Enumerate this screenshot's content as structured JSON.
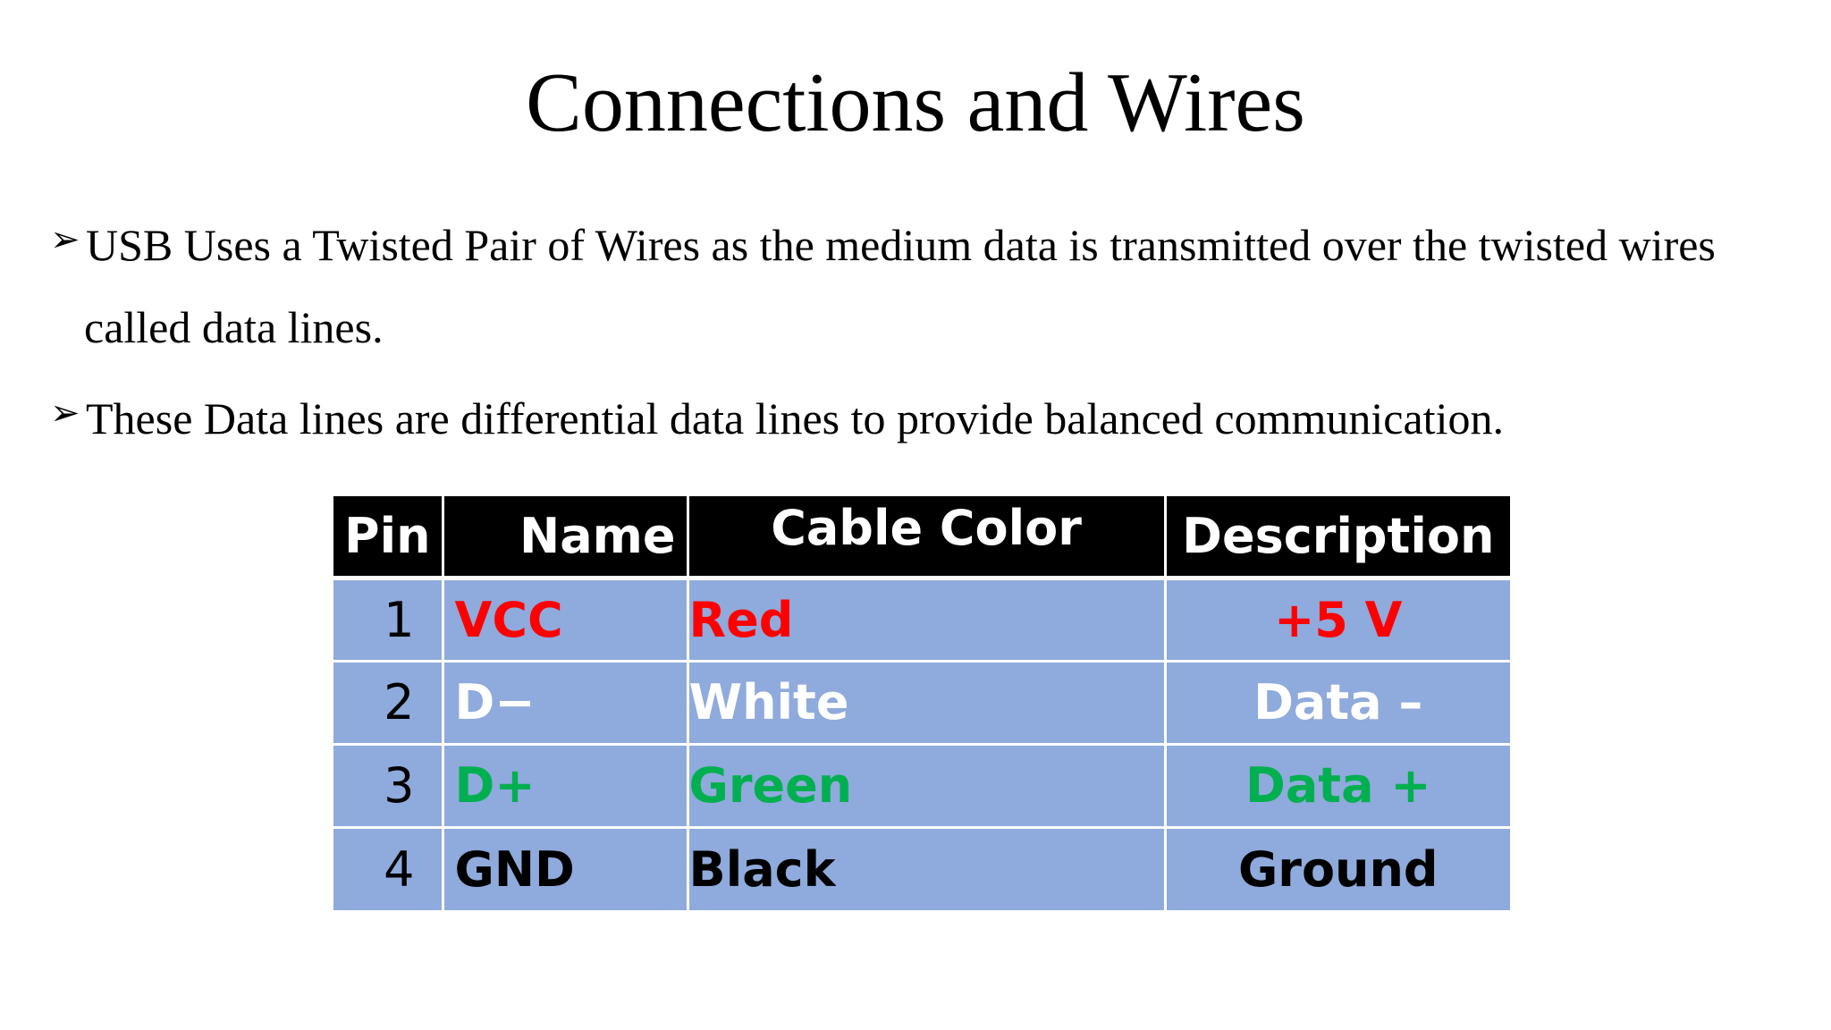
{
  "title": "Connections and Wires",
  "bullets": [
    {
      "marker": "➢",
      "line1": "USB Uses a Twisted Pair of Wires as the medium data is transmitted over the twisted wires",
      "line2": "called  data lines."
    },
    {
      "marker": "➢",
      "line1": "These Data lines are differential data lines to provide balanced communication."
    }
  ],
  "table": {
    "headers": [
      "Pin",
      "Name",
      "Cable  Color",
      "Description"
    ],
    "rows": [
      {
        "pin": "1",
        "name": "VCC",
        "cable": "Red",
        "desc": "+5 V",
        "color": "#ff0000"
      },
      {
        "pin": "2",
        "name": "D−",
        "cable": "White",
        "desc": "Data –",
        "color": "#ffffff"
      },
      {
        "pin": "3",
        "name": "D+",
        "cable": "Green",
        "desc": "Data +",
        "color": "#00b050"
      },
      {
        "pin": "4",
        "name": "GND",
        "cable": "Black",
        "desc": "Ground",
        "color": "#000000"
      }
    ],
    "header_bg": "#000000",
    "row_bg": "#8faadc"
  }
}
